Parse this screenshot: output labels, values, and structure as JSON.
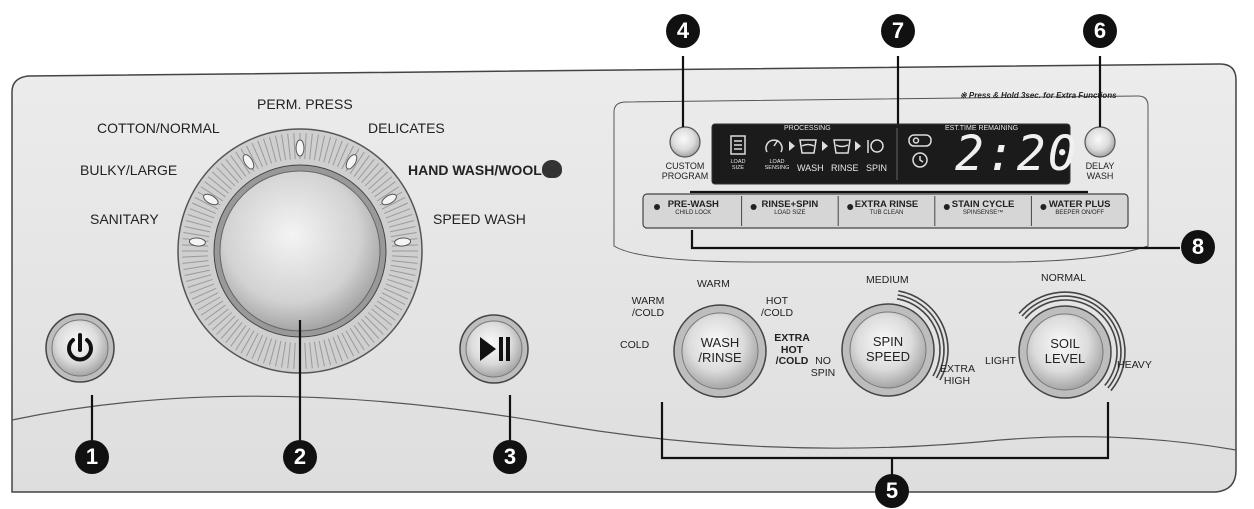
{
  "dial": {
    "programs": [
      "PERM. PRESS",
      "COTTON/NORMAL",
      "DELICATES",
      "BULKY/LARGE",
      "HAND WASH/WOOL",
      "SANITARY",
      "SPEED WASH"
    ]
  },
  "header_note": "※ Press & Hold 3sec. for Extra Functions",
  "display": {
    "processing_label": "PROCESSING",
    "time_label": "EST.TIME REMAINING",
    "load_size": "LOAD SIZE",
    "load_sensing": "LOAD SENSING",
    "wash": "WASH",
    "rinse": "RINSE",
    "spin": "SPIN",
    "time": "2:20"
  },
  "buttons": {
    "custom_program": "CUSTOM PROGRAM",
    "delay_wash": "DELAY WASH"
  },
  "option_strip": [
    {
      "label": "PRE-WASH",
      "sub": "CHILD LOCK"
    },
    {
      "label": "RINSE+SPIN",
      "sub": "LOAD SIZE"
    },
    {
      "label": "EXTRA RINSE",
      "sub": "TUB CLEAN"
    },
    {
      "label": "STAIN CYCLE",
      "sub": "SPINSENSE™"
    },
    {
      "label": "WATER PLUS",
      "sub": "BEEPER ON/OFF"
    }
  ],
  "wash_rinse": {
    "knob": "WASH /RINSE",
    "settings": [
      "WARM",
      "WARM /COLD",
      "HOT /COLD",
      "COLD",
      "EXTRA HOT /COLD"
    ]
  },
  "spin_speed": {
    "knob": "SPIN SPEED",
    "settings": [
      "MEDIUM",
      "NO SPIN",
      "EXTRA HIGH"
    ]
  },
  "soil_level": {
    "knob": "SOIL LEVEL",
    "settings": [
      "NORMAL",
      "LIGHT",
      "HEAVY"
    ]
  },
  "callouts": [
    "1",
    "2",
    "3",
    "4",
    "5",
    "6",
    "7",
    "8"
  ],
  "colors": {
    "panel": "#e6e6e6",
    "display": "#1b1b1b",
    "callout": "#111111"
  }
}
